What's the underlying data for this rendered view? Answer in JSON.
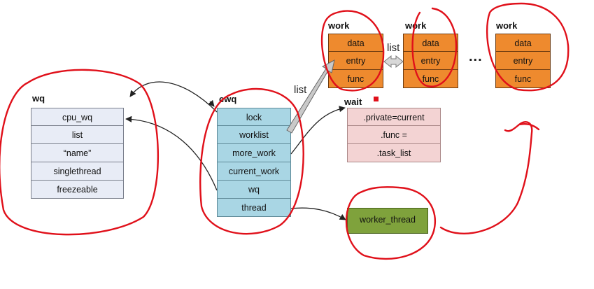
{
  "wq": {
    "title": "wq",
    "fields": [
      "cpu_wq",
      "list",
      "“name”",
      "singlethread",
      "freezeable"
    ]
  },
  "cwq": {
    "title": "cwq",
    "fields": [
      "lock",
      "worklist",
      "more_work",
      "current_work",
      "wq",
      "thread"
    ]
  },
  "wait": {
    "title": "wait",
    "fields": [
      ".private=current",
      ".func =",
      ".task_list"
    ]
  },
  "work1": {
    "title": "work",
    "fields": [
      "data",
      "entry",
      "func"
    ]
  },
  "work2": {
    "title": "work",
    "fields": [
      "data",
      "entry",
      "func"
    ]
  },
  "work3": {
    "title": "work",
    "fields": [
      "data",
      "entry",
      "func"
    ]
  },
  "worker_thread": {
    "label": "worker_thread"
  },
  "labels": {
    "list_left": "list",
    "list_mid": "list",
    "ellipsis": "..."
  },
  "colors": {
    "annotation": "#e0101a",
    "wq_fill": "#e8ecf6",
    "cwq_fill": "#a9d6e4",
    "work_fill": "#ee8a2e",
    "wait_fill": "#f3d3d3",
    "worker_fill": "#7fa23c"
  }
}
